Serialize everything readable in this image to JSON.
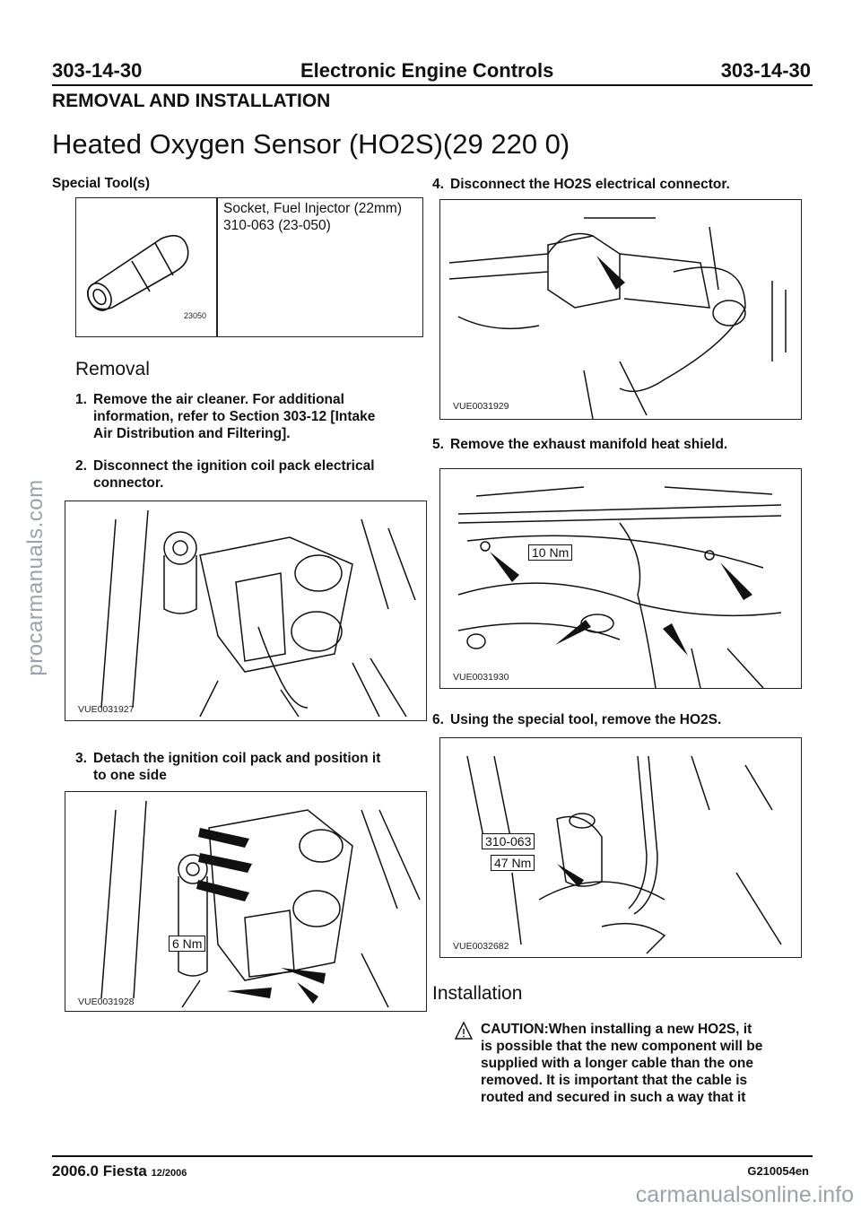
{
  "header": {
    "page_left": "303-14-30",
    "page_title": "Electronic Engine Controls",
    "page_right": "303-14-30"
  },
  "section": "REMOVAL AND INSTALLATION",
  "title": "Heated Oxygen Sensor (HO2S)(29 220 0)",
  "special_tools": {
    "heading": "Special Tool(s)",
    "tool_name": "Socket, Fuel Injector (22mm)",
    "tool_number": "310-063 (23-050)",
    "image_code": "23050"
  },
  "removal_heading": "Removal",
  "steps": [
    {
      "num": "1.",
      "lines": [
        "Remove the air cleaner. For additional",
        "information, refer to Section  303-12 [Intake",
        "Air Distribution and Filtering]."
      ]
    },
    {
      "num": "2.",
      "lines": [
        "Disconnect the ignition coil pack electrical",
        "connector."
      ]
    },
    {
      "num": "3.",
      "lines": [
        "Detach the ignition coil pack and position it",
        "to one side"
      ]
    },
    {
      "num": "4.",
      "lines": [
        "Disconnect the HO2S electrical connector."
      ]
    },
    {
      "num": "5.",
      "lines": [
        "Remove the exhaust manifold heat shield."
      ]
    },
    {
      "num": "6.",
      "lines": [
        "Using the special tool, remove the HO2S."
      ]
    }
  ],
  "figures": {
    "fig1": "VUE0031927",
    "fig2": "VUE0031928",
    "fig2_torque": "6 Nm",
    "fig3": "VUE0031929",
    "fig4": "VUE0031930",
    "fig4_torque": "10 Nm",
    "fig5": "VUE0032682",
    "fig5_tool": "310-063",
    "fig5_torque": "47 Nm"
  },
  "installation_heading": "Installation",
  "caution": {
    "icon": "warning-triangle-icon",
    "lines": [
      "CAUTION:When installing a new HO2S, it",
      "is possible that the new component will be",
      "supplied with a longer cable than the one",
      "removed. It is important that the cable is",
      "routed and secured in such a way that it"
    ]
  },
  "footer": {
    "model": "2006.0 Fiesta",
    "date": "12/2006",
    "code": "G210054en"
  },
  "watermarks": {
    "side": "procarmanuals.com",
    "bottom": "carmanualsonline.info"
  }
}
